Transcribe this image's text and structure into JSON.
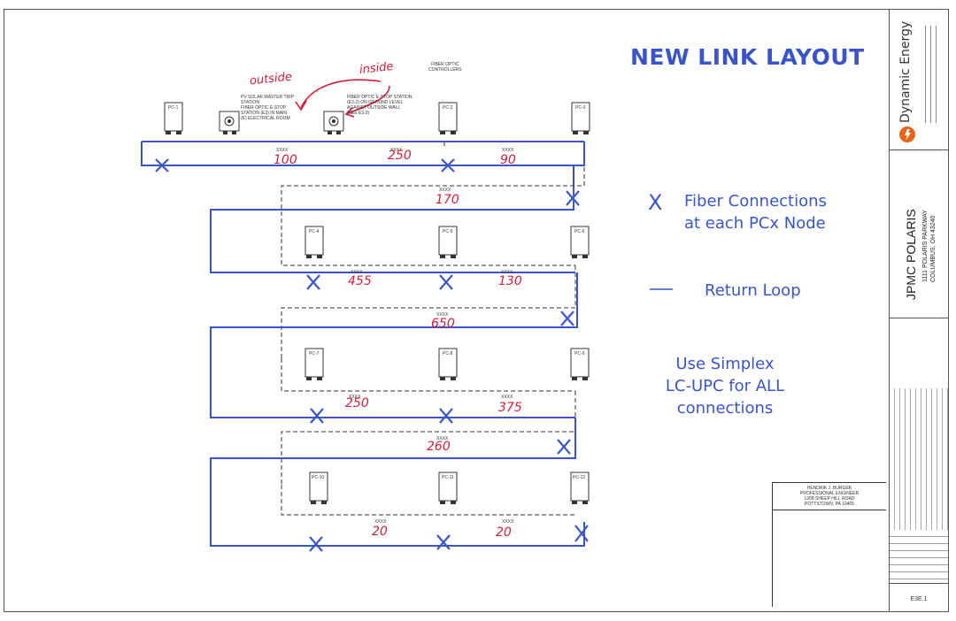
{
  "title": "NEW LINK LAYOUT",
  "header_label": "FIBER OPTIC\nCONTROLLERS",
  "annotations": {
    "outside": "outside",
    "inside": "inside",
    "left_note": "PV SOLAR MASTER TRIP\nSTATION\nFIBER OPTIC E-STOP\nSTATION (E3) IN MAIN\n(E) ELECTRICAL ROOM",
    "right_note": "FIBER OPTIC E-STOP STATION\n(E3-2) ON GROUND LEVEL\nAGAINST OUTSIDE WALL\n(SEE E3.0)"
  },
  "nodes": [
    "PC-1",
    "PC-2",
    "PC-3",
    "PC-4",
    "PC-5",
    "PC-6",
    "PC-7",
    "PC-8",
    "PC-9",
    "PC-10",
    "PC-11",
    "PC-12"
  ],
  "distances": {
    "r1": [
      "100",
      "250",
      "90"
    ],
    "r1_drop": "170",
    "r2": [
      "455",
      "130"
    ],
    "r2_drop": "650",
    "r3": [
      "250",
      "375"
    ],
    "r3_drop": "260",
    "r4": [
      "20",
      "20"
    ]
  },
  "xxxx": "XXXX",
  "legend": {
    "fiber_marker": "X",
    "fiber_text": "Fiber Connections\nat each PCx Node",
    "return_text": "Return Loop",
    "note": "Use Simplex\nLC-UPC for ALL\nconnections"
  },
  "engineer_block": "HENDRIK J. BURGER\nPROFESSIONAL ENGINEER\n1308 SHEEP HILL ROAD\nPOTTSTOWN, PA 19465",
  "title_block": {
    "company": "Dynamic Energy",
    "project": "JPMC POLARIS",
    "address": "1111 POLARIS PARKWAY\nCOLUMBUS, OH 43240",
    "sheet": "E3E.1"
  },
  "colors": {
    "blue": "#3a55c8",
    "red": "#d0203a",
    "orange": "#e8661a"
  }
}
